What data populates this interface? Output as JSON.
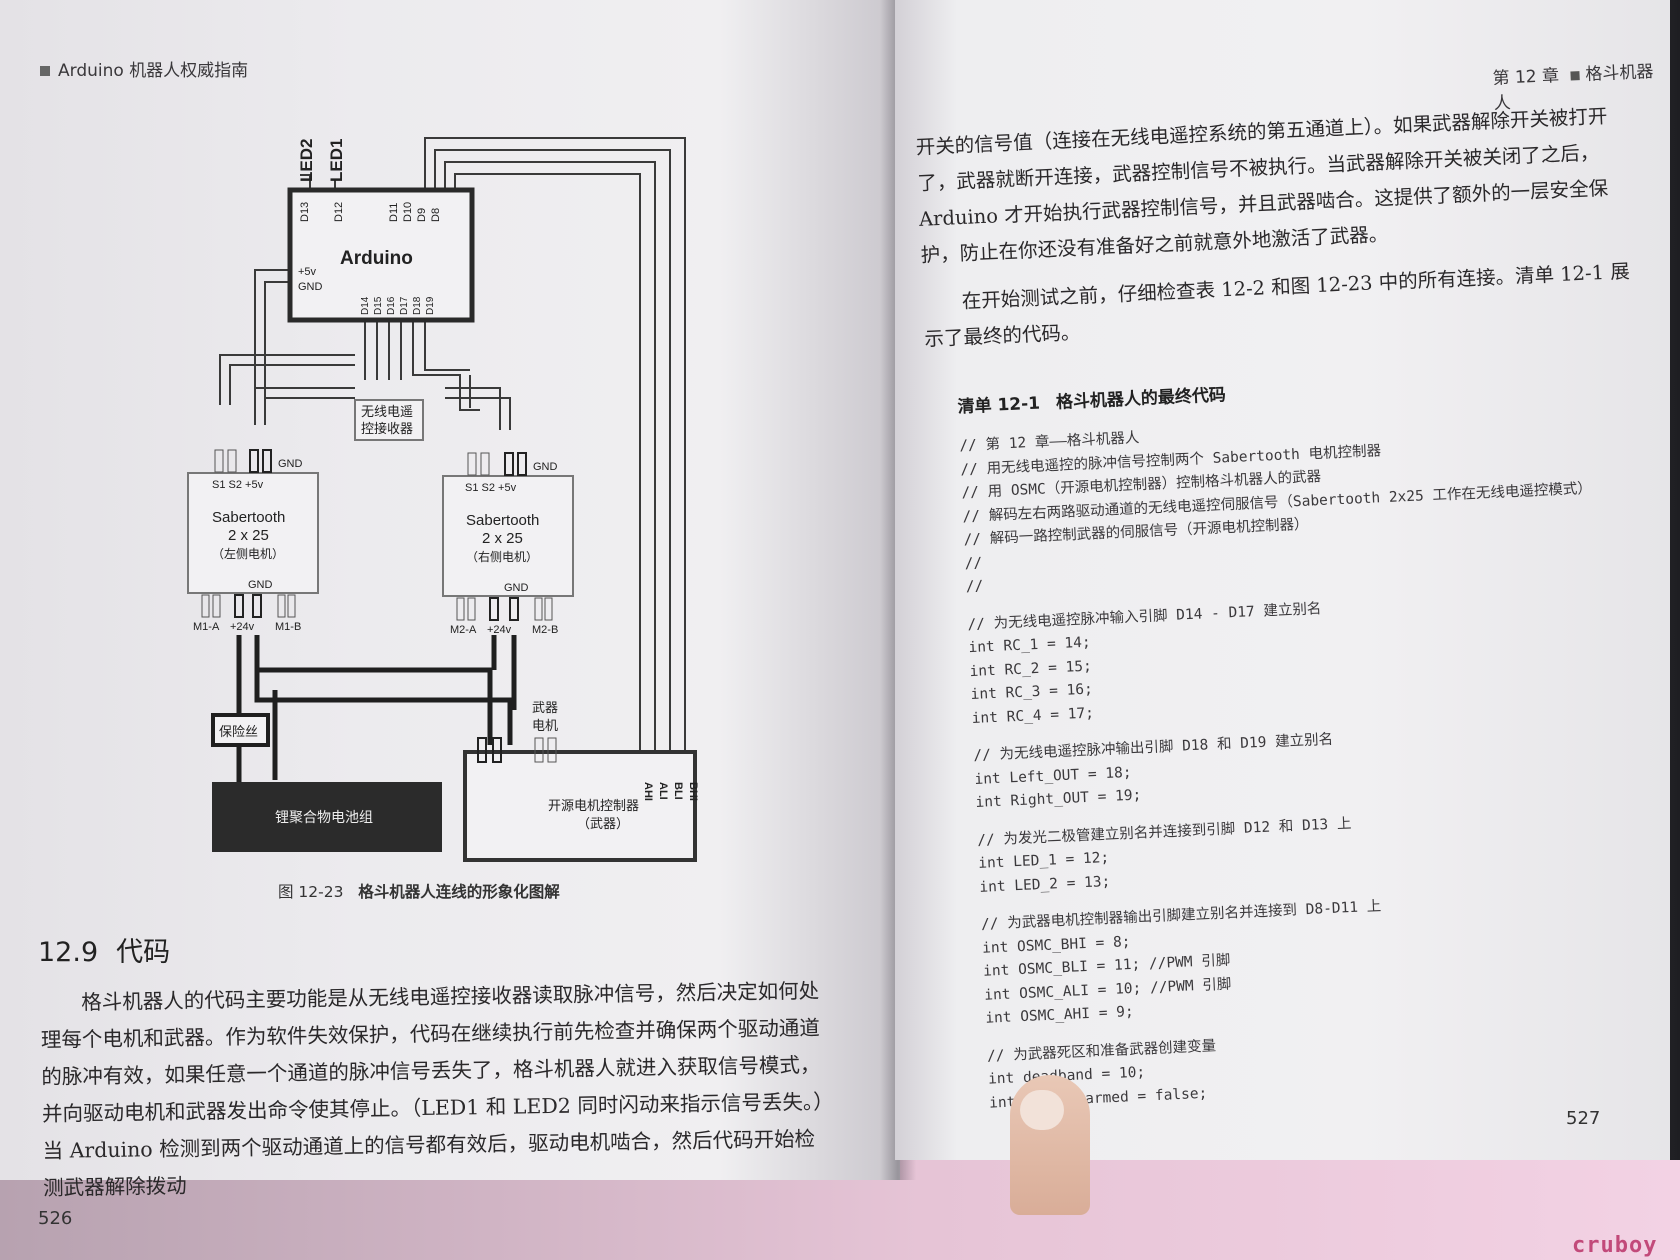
{
  "left_page": {
    "header": "Arduino 机器人权威指南",
    "page_number": "526",
    "figure_caption_number": "图 12-23",
    "figure_caption_text": "格斗机器人连线的形象化图解",
    "section_number": "12.9",
    "section_title": "代码",
    "paragraph": "格斗机器人的代码主要功能是从无线电遥控接收器读取脉冲信号，然后决定如何处理每个电机和武器。作为软件失效保护，代码在继续执行前先检查并确保两个驱动通道的脉冲有效，如果任意一个通道的脉冲信号丢失了，格斗机器人就进入获取信号模式，并向驱动电机和武器发出命令使其停止。（LED1 和 LED2 同时闪动来指示信号丢失。）当 Arduino 检测到两个驱动通道上的信号都有效后，驱动电机啮合，然后代码开始检测武器解除拨动"
  },
  "diagram": {
    "led2": "LED2",
    "led1": "LED1",
    "arduino": "Arduino",
    "pins_top_left": [
      "D13",
      "D12"
    ],
    "pins_top_right": [
      "D11",
      "D10",
      "D9",
      "D8"
    ],
    "pins_bottom": [
      "D14",
      "D15",
      "D16",
      "D17",
      "D18",
      "D19"
    ],
    "power_5v": "+5v",
    "gnd": "GND",
    "receiver_line1": "无线电遥",
    "receiver_line2": "控接收器",
    "sabertooth_name": "Sabertooth",
    "sabertooth_size": "2 x 25",
    "left_motor": "（左侧电机）",
    "right_motor": "（右侧电机）",
    "s1s2_5v": "S1 S2 +5v",
    "left_bottom_labels": [
      "M1-A",
      "+24v",
      "M1-B"
    ],
    "right_bottom_labels": [
      "M2-A",
      "+24v",
      "M2-B"
    ],
    "fuse": "保险丝",
    "weapon_motor_line1": "武器",
    "weapon_motor_line2": "电机",
    "battery": "锂聚合物电池组",
    "osmc_line1": "开源电机控制器",
    "osmc_line2": "（武器）",
    "osmc_pins": [
      "AHI",
      "ALI",
      "BLI",
      "BHI"
    ]
  },
  "right_page": {
    "header_chapter": "第 12 章",
    "header_title": "格斗机器人",
    "page_number": "527",
    "para1": "开关的信号值（连接在无线电遥控系统的第五通道上）。如果武器解除开关被打开了，武器就断开连接，武器控制信号不被执行。当武器解除开关被关闭了之后，Arduino 才开始执行武器控制信号，并且武器啮合。这提供了额外的一层安全保护，防止在你还没有准备好之前就意外地激活了武器。",
    "para2": "在开始测试之前，仔细检查表 12-2 和图 12-23 中的所有连接。清单 12-1 展示了最终的代码。",
    "listing_number": "清单 12-1",
    "listing_title": "格斗机器人的最终代码",
    "code_blocks": [
      [
        "// 第 12 章——格斗机器人",
        "// 用无线电遥控的脉冲信号控制两个 Sabertooth 电机控制器",
        "// 用 OSMC（开源电机控制器）控制格斗机器人的武器",
        "// 解码左右两路驱动通道的无线电遥控伺服信号（Sabertooth 2x25 工作在无线电遥控模式）",
        "// 解码一路控制武器的伺服信号（开源电机控制器）",
        "//",
        "//"
      ],
      [
        "// 为无线电遥控脉冲输入引脚 D14 - D17 建立别名",
        "int RC_1 = 14;",
        "int RC_2 = 15;",
        "int RC_3 = 16;",
        "int RC_4 = 17;"
      ],
      [
        "// 为无线电遥控脉冲输出引脚 D18 和 D19 建立别名",
        "int Left_OUT = 18;",
        "int Right_OUT = 19;"
      ],
      [
        "// 为发光二极管建立别名并连接到引脚 D12 和 D13 上",
        "int LED_1 = 12;",
        "int LED_2 = 13;"
      ],
      [
        "// 为武器电机控制器输出引脚建立别名并连接到 D8-D11 上",
        "int OSMC_BHI = 8;",
        "int OSMC_BLI = 11; //PWM 引脚",
        "int OSMC_ALI = 10; //PWM 引脚",
        "int OSMC_AHI = 9;"
      ],
      [
        "// 为武器死区和准备武器创建变量",
        "int deadband = 10;",
        "int weapon_armed = false;"
      ]
    ]
  },
  "watermark": "cruboy"
}
